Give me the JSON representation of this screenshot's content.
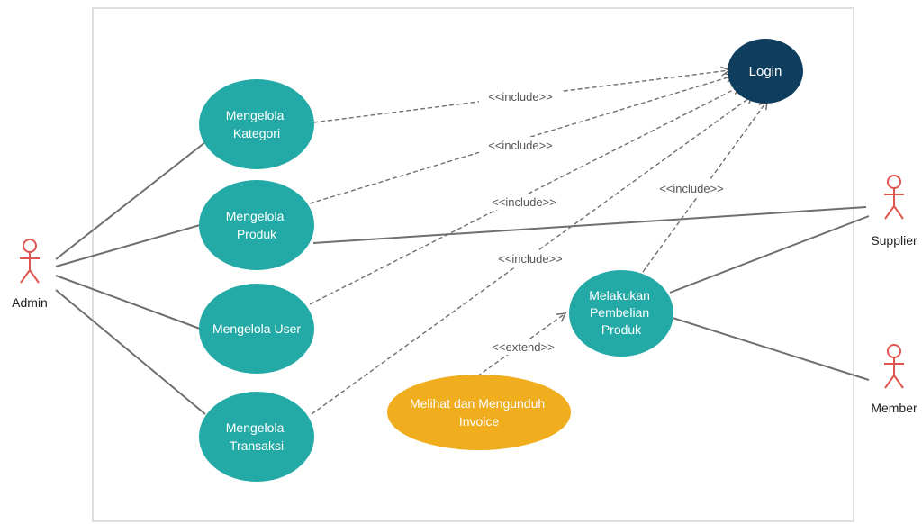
{
  "colors": {
    "usecase": "#23aaa6",
    "login": "#0f3d5e",
    "invoice": "#f0ad1d",
    "actor": "#e0554f",
    "line": "#6f6f6f"
  },
  "actors": {
    "admin": "Admin",
    "supplier": "Supplier",
    "member": "Member"
  },
  "usecases": {
    "login": [
      "Login"
    ],
    "kategori": [
      "Mengelola",
      "Kategori"
    ],
    "produk": [
      "Mengelola",
      "Produk"
    ],
    "user": [
      "Mengelola User"
    ],
    "transaksi": [
      "Mengelola",
      "Transaksi"
    ],
    "pembelian": [
      "Melakukan",
      "Pembelian",
      "Produk"
    ],
    "invoice": [
      "Melihat dan Mengunduh",
      "Invoice"
    ]
  },
  "relations": {
    "include_kategori": "<<include>>",
    "include_produk": "<<include>>",
    "include_user": "<<include>>",
    "include_transaksi": "<<include>>",
    "include_pembelian": "<<include>>",
    "extend_invoice": "<<extend>>"
  }
}
